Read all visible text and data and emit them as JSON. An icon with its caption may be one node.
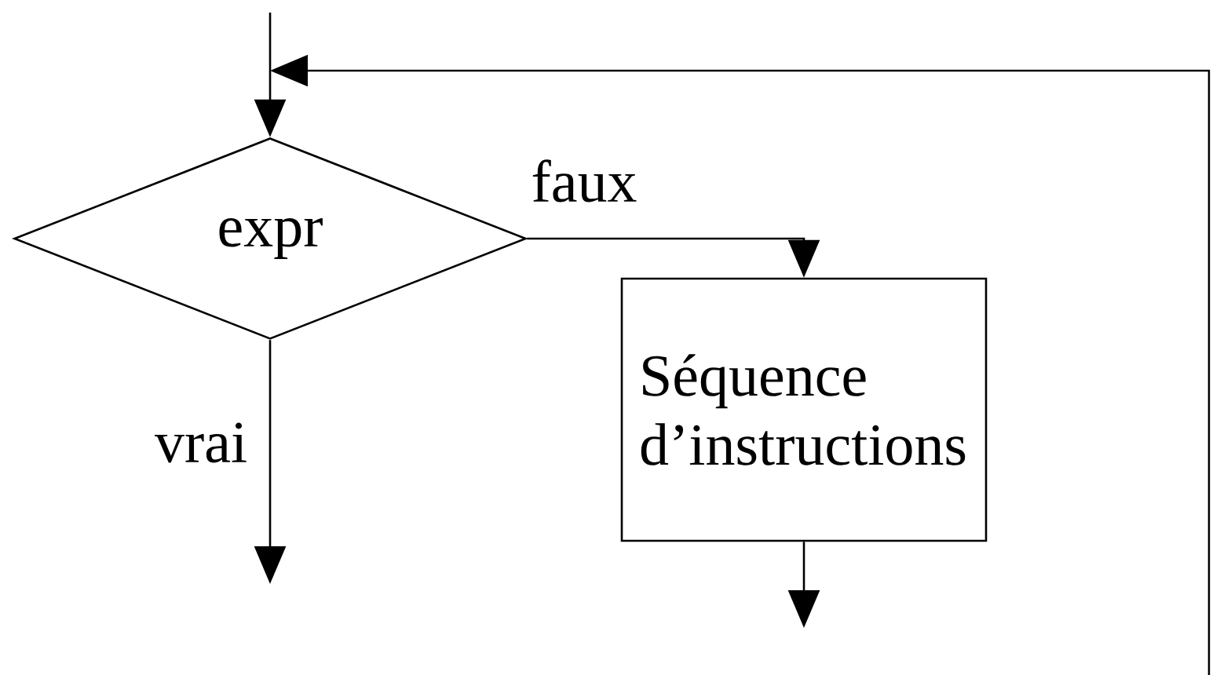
{
  "diagram": {
    "nodes": [
      {
        "text": [
          "expr"
        ]
      },
      {
        "text": [
          "Séquence d’instructions"
        ]
      }
    ],
    "edges": [
      {
        "from": null,
        "to": 0,
        "arrow": "to"
      },
      {
        "from": 0,
        "to": 1,
        "arrow": "to",
        "label": "faux"
      },
      {
        "from": 0,
        "to": null,
        "arrow": "to",
        "label": "vrai"
      },
      {
        "from": 1,
        "to": null,
        "arrow": "to"
      },
      {
        "from": null,
        "to": 0,
        "arrow": "to"
      }
    ]
  }
}
